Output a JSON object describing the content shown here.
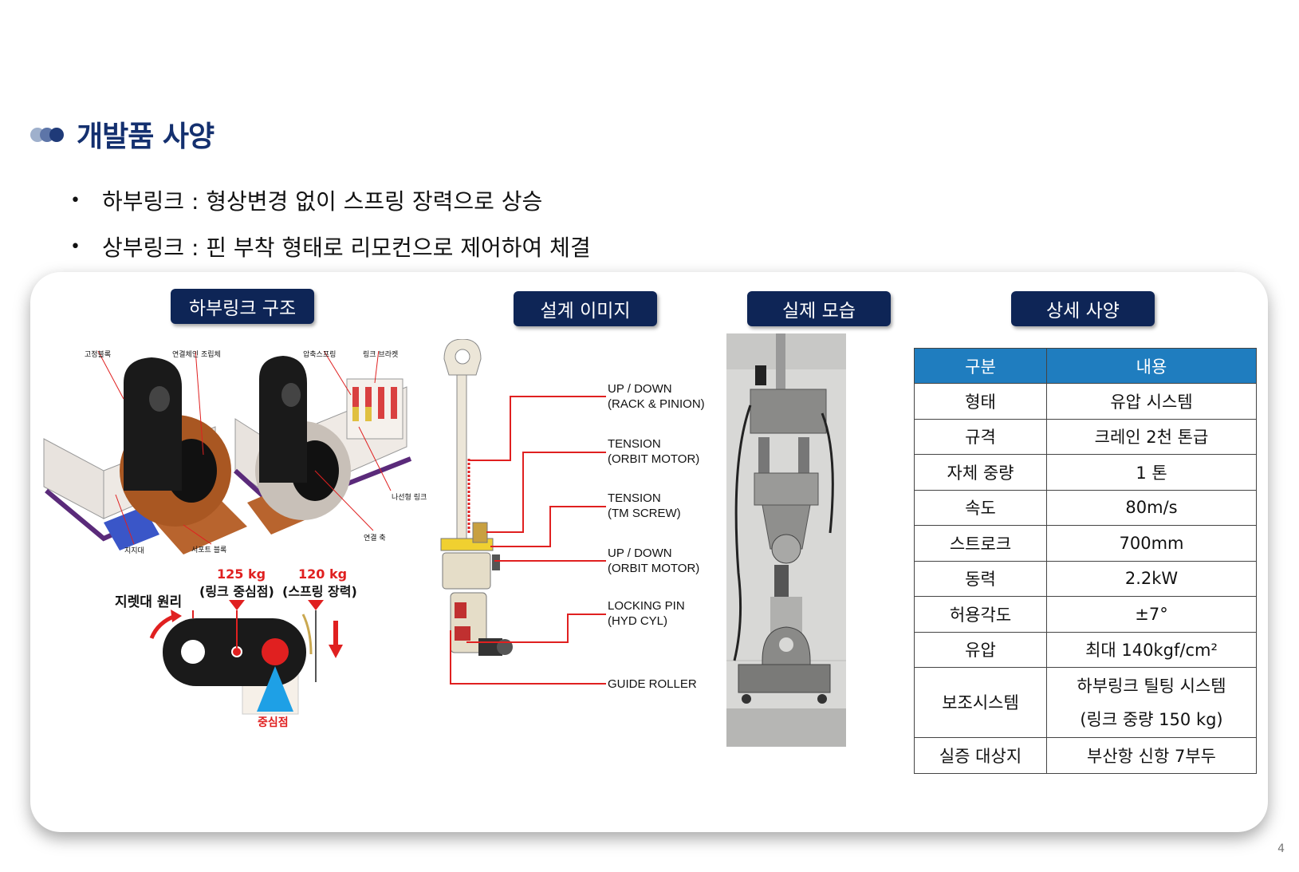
{
  "page": {
    "title": "개발품 사양",
    "bullets": [
      "하부링크 : 형상변경 없이 스프링 장력으로 상승",
      "상부링크 : 핀 부착 형태로 리모컨으로 제어하여 체결"
    ],
    "page_number": "4"
  },
  "sections": {
    "structure_label": "하부링크 구조",
    "design_label": "설계 이미지",
    "photo_label": "실제 모습",
    "spec_label": "상세 사양"
  },
  "structure": {
    "part_labels": [
      "고정블록",
      "연결체인 조립체",
      "압축스프링",
      "링크 브라켓",
      "나선형 링크",
      "연결 축",
      "지지대",
      "서포트 블록"
    ],
    "lever": {
      "title": "지렛대 원리",
      "weight1": "125 kg",
      "desc1": "(링크 중심점)",
      "weight2": "120 kg",
      "desc2": "(스프링 장력)",
      "center": "중심점"
    },
    "colors": {
      "body": "#1a1a1a",
      "bearing": "#b8642e",
      "frame": "#e8e3de",
      "accent_red": "#e02020",
      "fulcrum": "#1ea0e6"
    }
  },
  "design": {
    "callouts": [
      "UP / DOWN\n(RACK & PINION)",
      "TENSION\n(ORBIT MOTOR)",
      "TENSION\n(TM SCREW)",
      "UP / DOWN\n(ORBIT MOTOR)",
      "LOCKING PIN\n(HYD CYL)",
      "GUIDE ROLLER"
    ],
    "line_color": "#e02020"
  },
  "spec_table": {
    "headers": [
      "구분",
      "내용"
    ],
    "rows": [
      [
        "형태",
        "유압 시스템"
      ],
      [
        "규격",
        "크레인 2천 톤급"
      ],
      [
        "자체 중량",
        "1 톤"
      ],
      [
        "속도",
        "80m/s"
      ],
      [
        "스트로크",
        "700mm"
      ],
      [
        "동력",
        "2.2kW"
      ],
      [
        "허용각도",
        "±7°"
      ],
      [
        "유압",
        "최대 140kgf/cm²"
      ]
    ],
    "aux_label": "보조시스템",
    "aux_line1": "하부링크 틸팅 시스템",
    "aux_line2": "(링크 중량 150 kg)",
    "last_row": [
      "실증 대상지",
      "부산항 신항 7부두"
    ],
    "header_color": "#1f7dbf"
  }
}
